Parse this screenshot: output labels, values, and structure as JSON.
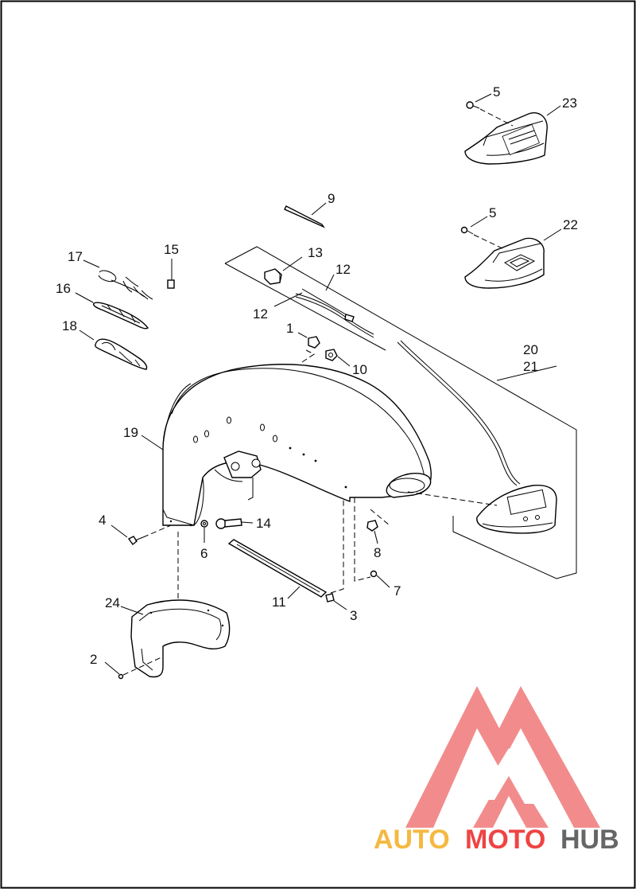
{
  "callouts": [
    {
      "id": "c5a",
      "text": "5"
    },
    {
      "id": "c23",
      "text": "23"
    },
    {
      "id": "c9",
      "text": "9"
    },
    {
      "id": "c5b",
      "text": "5"
    },
    {
      "id": "c22",
      "text": "22"
    },
    {
      "id": "c15",
      "text": "15"
    },
    {
      "id": "c13",
      "text": "13"
    },
    {
      "id": "c17",
      "text": "17"
    },
    {
      "id": "c12a",
      "text": "12"
    },
    {
      "id": "c16",
      "text": "16"
    },
    {
      "id": "c12b",
      "text": "12"
    },
    {
      "id": "c18",
      "text": "18"
    },
    {
      "id": "c1",
      "text": "1"
    },
    {
      "id": "c20",
      "text": "20"
    },
    {
      "id": "c21",
      "text": "21"
    },
    {
      "id": "c10",
      "text": "10"
    },
    {
      "id": "c19",
      "text": "19"
    },
    {
      "id": "c4",
      "text": "4"
    },
    {
      "id": "c14",
      "text": "14"
    },
    {
      "id": "c6",
      "text": "6"
    },
    {
      "id": "c8",
      "text": "8"
    },
    {
      "id": "c7",
      "text": "7"
    },
    {
      "id": "c24",
      "text": "24"
    },
    {
      "id": "c11",
      "text": "11"
    },
    {
      "id": "c3",
      "text": "3"
    },
    {
      "id": "c2",
      "text": "2"
    }
  ],
  "watermark": {
    "part1": "AUTO",
    "part2": "MOTO",
    "part3": "HUB",
    "color_light": "#f5b841",
    "color_accent": "#ee4444",
    "color_dark": "#666666"
  }
}
